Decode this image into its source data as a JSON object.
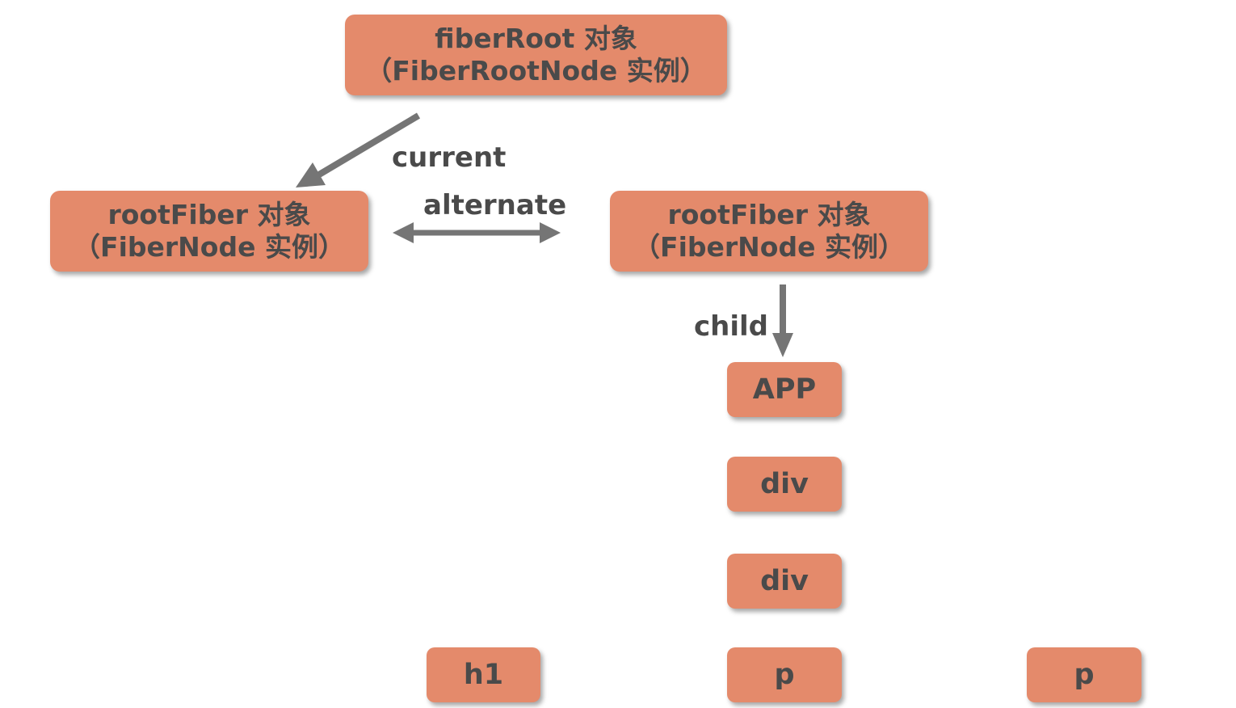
{
  "nodes": {
    "fiber_root": {
      "line1": "fiberRoot 对象",
      "line2": "（FiberRootNode 实例）"
    },
    "root_fiber_current": {
      "line1": "rootFiber 对象",
      "line2": "（FiberNode 实例）"
    },
    "root_fiber_alternate": {
      "line1": "rootFiber 对象",
      "line2": "（FiberNode 实例）"
    },
    "app": "APP",
    "div_1": "div",
    "div_2": "div",
    "h1": "h1",
    "p_1": "p",
    "p_2": "p"
  },
  "edge_labels": {
    "current": "current",
    "alternate": "alternate",
    "child": "child"
  },
  "colors": {
    "node_fill": "#e48a6b",
    "text": "#4a4a4a",
    "arrow": "#757575"
  }
}
